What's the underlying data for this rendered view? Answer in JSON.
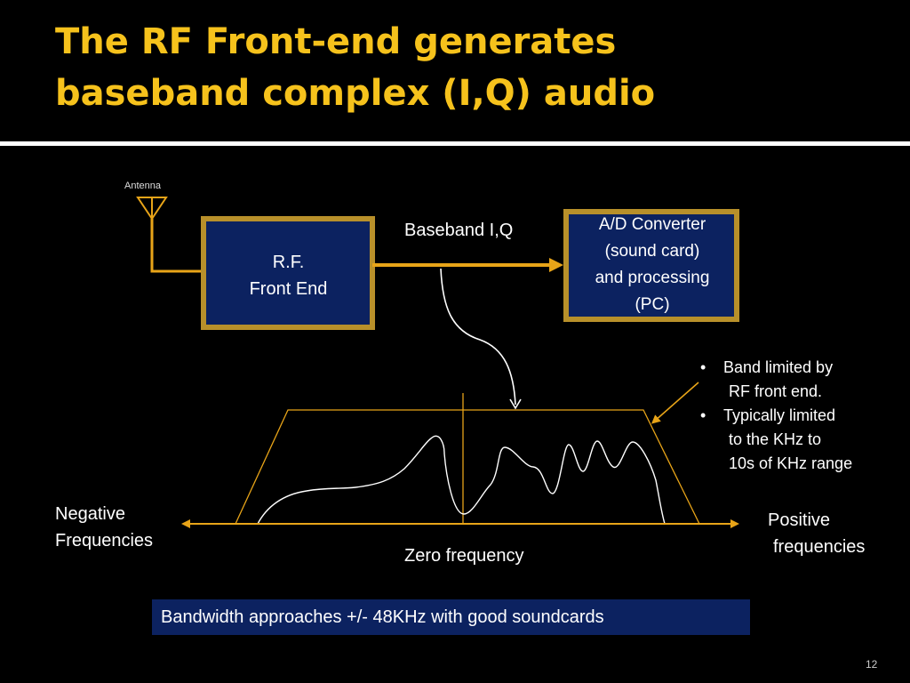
{
  "title": {
    "line1": "The RF Front-end generates",
    "line2": "baseband complex (I,Q) audio"
  },
  "diagram": {
    "antenna_label": "Antenna",
    "rf_box": {
      "line1": "R.F.",
      "line2": "Front End"
    },
    "ad_box": {
      "line1": "A/D Converter",
      "line2": "(sound card)",
      "line3": "and processing",
      "line4": "(PC)"
    },
    "baseband_label": "Baseband I,Q",
    "negative_label": {
      "line1": "Negative",
      "line2": "Frequencies"
    },
    "positive_label": {
      "line1": "Positive",
      "line2": "frequencies"
    },
    "zero_label": "Zero frequency",
    "notes": [
      {
        "line1": "Band limited by",
        "line2": "RF front end."
      },
      {
        "line1": "Typically limited",
        "line2": "to the KHz to",
        "line3": "10s of KHz range"
      }
    ]
  },
  "footer_note": "Bandwidth approaches +/- 48KHz with good soundcards",
  "page_number": "12",
  "colors": {
    "title": "#f6c21c",
    "accent_gold": "#e8a418",
    "box_fill": "#0c2260",
    "box_border": "#b8902a",
    "background": "#000000"
  }
}
